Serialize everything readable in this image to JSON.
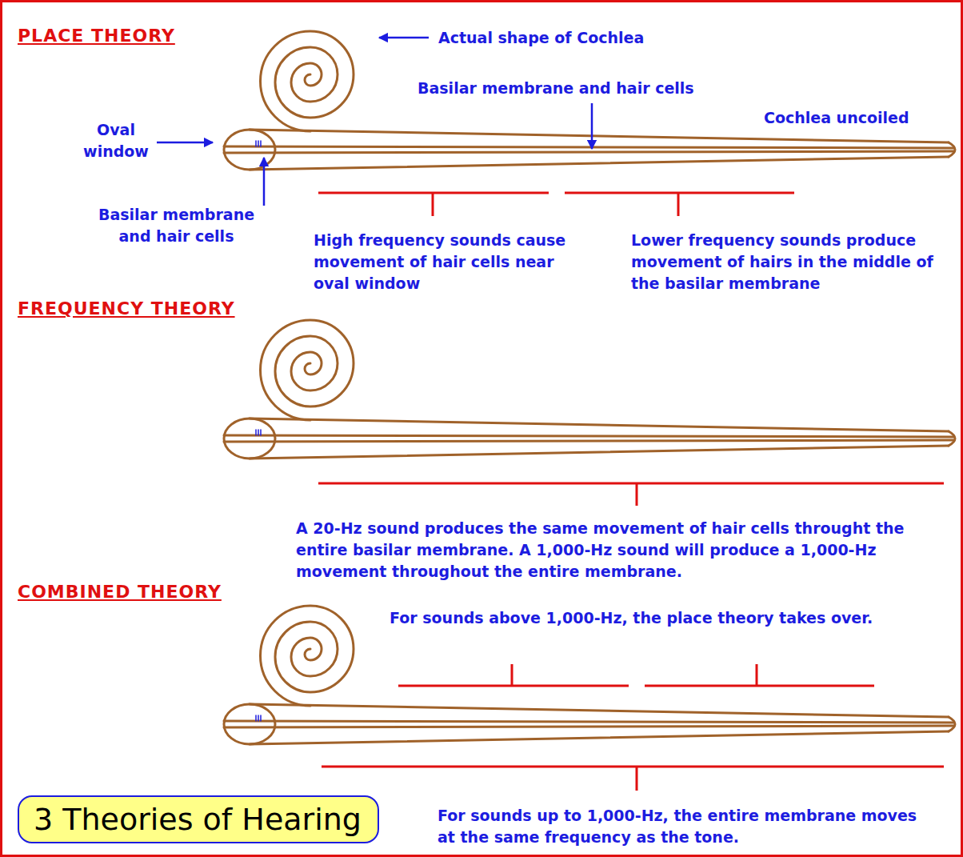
{
  "diagram": {
    "nodes": [
      {
        "text": [
          "3 Theories of Hearing"
        ]
      }
    ],
    "labels": [
      "PLACE THEORY",
      "Actual shape of Cochlea",
      "Basilar membrane and hair cells",
      "Cochlea uncoiled",
      "Oval window",
      "Basilar membrane and hair cells",
      "High frequency sounds cause movement of hair cells near oval window",
      "Lower frequency sounds produce movement of hairs in the middle of the basilar membrane",
      "FREQUENCY THEORY",
      "A 20-Hz sound produces the same movement of hair cells throught the entire basilar membrane.  A 1,000-Hz sound will produce a 1,000-Hz movement throughout the entire membrane.",
      "COMBINED THEORY",
      "For sounds above 1,000-Hz, the place theory takes over.",
      "For sounds up to 1,000-Hz, the entire membrane moves at the same frequency as the tone."
    ]
  }
}
